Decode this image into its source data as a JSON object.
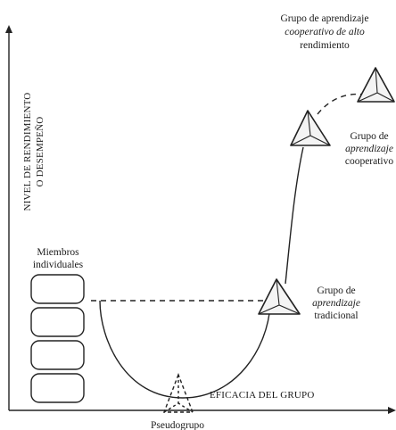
{
  "diagram": {
    "y_axis_label_line1": "NIVEL DE RENDIMIENTO",
    "y_axis_label_line2": "O DESEMPEÑO",
    "x_axis_label": "EFICACIA DEL GRUPO",
    "individual_members": {
      "line1": "Miembros",
      "line2": "individuales"
    },
    "pseudogroup": "Pseudogrupo",
    "traditional_group": {
      "line1": "Grupo de",
      "line2": "aprendizaje",
      "line3": "tradicional"
    },
    "cooperative_group": {
      "line1": "Grupo de",
      "line2": "aprendizaje",
      "line3": "cooperativo"
    },
    "high_performance_group": {
      "line1": "Grupo de aprendizaje",
      "line2": "cooperativo de alto",
      "line3": "rendimiento"
    }
  }
}
